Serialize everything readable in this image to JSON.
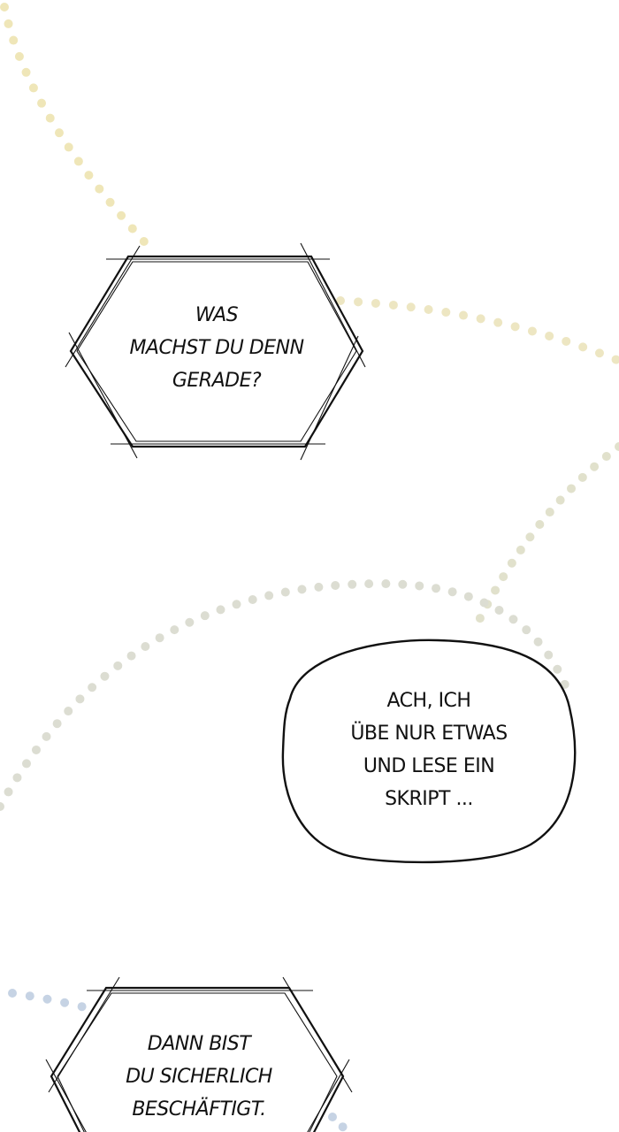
{
  "panel": {
    "background": "#ffffff",
    "dot_colors": {
      "yellow": "#efe6b8",
      "olive": "#e2e1cc",
      "gray": "#d5d9d6",
      "blue": "#c6d3e4"
    }
  },
  "bubbles": [
    {
      "shape": "hexagon",
      "lines": [
        "WAS",
        "MACHST DU DENN",
        "GERADE?"
      ]
    },
    {
      "shape": "rounded",
      "lines": [
        "ACH, ICH",
        "ÜBE NUR ETWAS",
        "UND LESE EIN",
        "SKRIPT ..."
      ]
    },
    {
      "shape": "hexagon",
      "lines": [
        "DANN BIST",
        "DU SICHERLICH",
        "BESCHÄFTIGT."
      ]
    }
  ]
}
